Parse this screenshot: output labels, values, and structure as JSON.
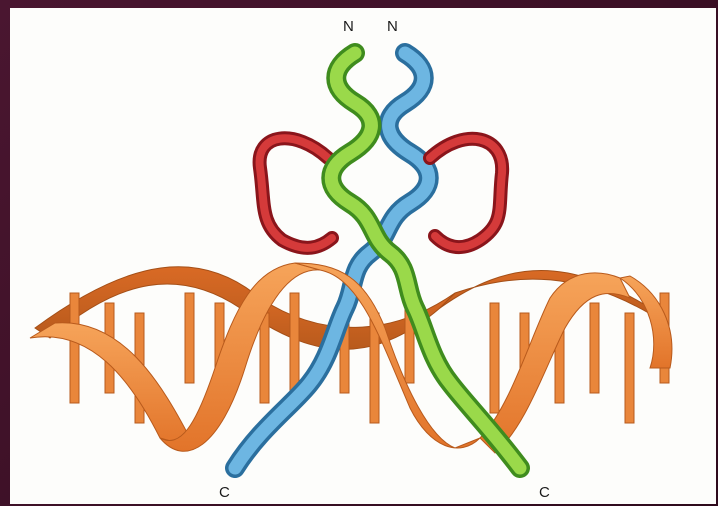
{
  "labels": {
    "n_left": "N",
    "n_right": "N",
    "c_left": "C",
    "c_right": "C"
  },
  "colors": {
    "frame": "#3a0f24",
    "background": "#fdfdfb",
    "dna_ribbon": "#f08a3a",
    "dna_shadow": "#c8611e",
    "dna_rung": "#e9863b",
    "helix_green": "#8fcf3f",
    "helix_green_dark": "#3f8c1e",
    "helix_blue": "#5aa9d8",
    "helix_blue_dark": "#2b6f9e",
    "loop_red": "#c8232b"
  }
}
